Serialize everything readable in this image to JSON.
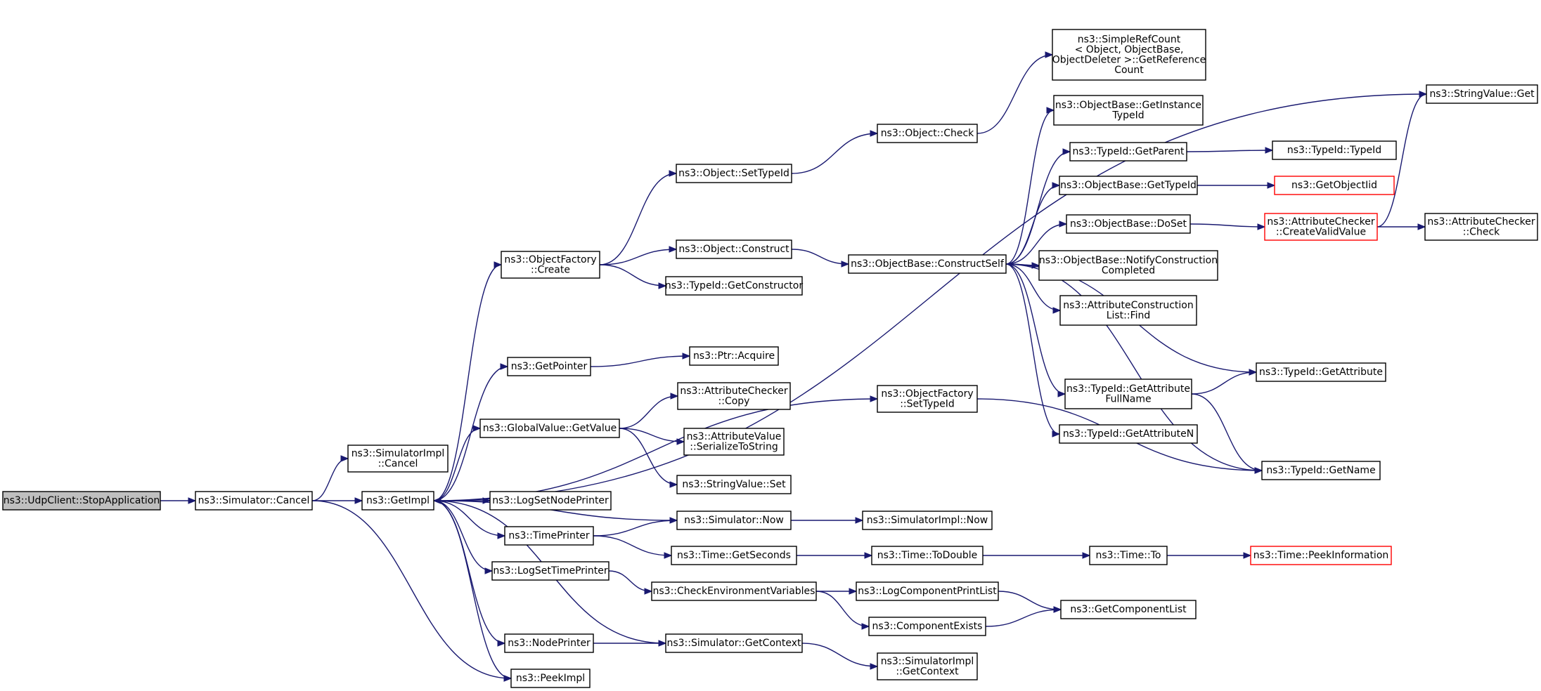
{
  "nodes": [
    {
      "id": "stopapp",
      "lines": [
        "ns3::UdpClient::StopApplication"
      ],
      "style": "root"
    },
    {
      "id": "simcancel",
      "lines": [
        "ns3::Simulator::Cancel"
      ]
    },
    {
      "id": "implcancel",
      "lines": [
        "ns3::SimulatorImpl",
        "::Cancel"
      ]
    },
    {
      "id": "getimpl",
      "lines": [
        "ns3::GetImpl"
      ]
    },
    {
      "id": "peekimpl",
      "lines": [
        "ns3::PeekImpl"
      ]
    },
    {
      "id": "ofcreate",
      "lines": [
        "ns3::ObjectFactory",
        "::Create"
      ]
    },
    {
      "id": "getpointer",
      "lines": [
        "ns3::GetPointer"
      ]
    },
    {
      "id": "gvgetvalue",
      "lines": [
        "ns3::GlobalValue::GetValue"
      ]
    },
    {
      "id": "logsetnode",
      "lines": [
        "ns3::LogSetNodePrinter"
      ]
    },
    {
      "id": "timeprinter",
      "lines": [
        "ns3::TimePrinter"
      ]
    },
    {
      "id": "logsettime",
      "lines": [
        "ns3::LogSetTimePrinter"
      ]
    },
    {
      "id": "nodeprinter",
      "lines": [
        "ns3::NodePrinter"
      ]
    },
    {
      "id": "objsettypeid",
      "lines": [
        "ns3::Object::SetTypeId"
      ]
    },
    {
      "id": "objconstruct",
      "lines": [
        "ns3::Object::Construct"
      ]
    },
    {
      "id": "tidgetctor",
      "lines": [
        "ns3::TypeId::GetConstructor"
      ]
    },
    {
      "id": "ptracquire",
      "lines": [
        "ns3::Ptr::Acquire"
      ]
    },
    {
      "id": "acheckcopy",
      "lines": [
        "ns3::AttributeChecker",
        "::Copy"
      ]
    },
    {
      "id": "avserialize",
      "lines": [
        "ns3::AttributeValue",
        "::SerializeToString"
      ]
    },
    {
      "id": "svset",
      "lines": [
        "ns3::StringValue::Set"
      ]
    },
    {
      "id": "simnow",
      "lines": [
        "ns3::Simulator::Now"
      ]
    },
    {
      "id": "getseconds",
      "lines": [
        "ns3::Time::GetSeconds"
      ]
    },
    {
      "id": "checkenv",
      "lines": [
        "ns3::CheckEnvironmentVariables"
      ]
    },
    {
      "id": "simgetctx",
      "lines": [
        "ns3::Simulator::GetContext"
      ]
    },
    {
      "id": "objcheck",
      "lines": [
        "ns3::Object::Check"
      ]
    },
    {
      "id": "ofsettypeid",
      "lines": [
        "ns3::ObjectFactory",
        "::SetTypeId"
      ]
    },
    {
      "id": "obconstructself",
      "lines": [
        "ns3::ObjectBase::ConstructSelf"
      ]
    },
    {
      "id": "implnow",
      "lines": [
        "ns3::SimulatorImpl::Now"
      ]
    },
    {
      "id": "todouble",
      "lines": [
        "ns3::Time::ToDouble"
      ]
    },
    {
      "id": "logcompprint",
      "lines": [
        "ns3::LogComponentPrintList"
      ]
    },
    {
      "id": "compexists",
      "lines": [
        "ns3::ComponentExists"
      ]
    },
    {
      "id": "implgetctx",
      "lines": [
        "ns3::SimulatorImpl",
        "::GetContext"
      ]
    },
    {
      "id": "srcgetref",
      "lines": [
        "ns3::SimpleRefCount",
        "< Object, ObjectBase,",
        "ObjectDeleter >::GetReference",
        "Count"
      ]
    },
    {
      "id": "obgetinst",
      "lines": [
        "ns3::ObjectBase::GetInstance",
        "TypeId"
      ]
    },
    {
      "id": "tidgetparent",
      "lines": [
        "ns3::TypeId::GetParent"
      ]
    },
    {
      "id": "obgettypeid",
      "lines": [
        "ns3::ObjectBase::GetTypeId"
      ]
    },
    {
      "id": "obdoset",
      "lines": [
        "ns3::ObjectBase::DoSet"
      ]
    },
    {
      "id": "obnotify",
      "lines": [
        "ns3::ObjectBase::NotifyConstruction",
        "Completed"
      ]
    },
    {
      "id": "aclfind",
      "lines": [
        "ns3::AttributeConstruction",
        "List::Find"
      ]
    },
    {
      "id": "tidgetattrfull",
      "lines": [
        "ns3::TypeId::GetAttribute",
        "FullName"
      ]
    },
    {
      "id": "tidgetattrn",
      "lines": [
        "ns3::TypeId::GetAttributeN"
      ]
    },
    {
      "id": "timeto",
      "lines": [
        "ns3::Time::To"
      ]
    },
    {
      "id": "getcomplist",
      "lines": [
        "ns3::GetComponentList"
      ]
    },
    {
      "id": "tidtypeid",
      "lines": [
        "ns3::TypeId::TypeId"
      ]
    },
    {
      "id": "getobjectiid",
      "lines": [
        "ns3::GetObjectIid"
      ],
      "style": "red"
    },
    {
      "id": "accreate",
      "lines": [
        "ns3::AttributeChecker",
        "::CreateValidValue"
      ],
      "style": "red"
    },
    {
      "id": "tidgetattr",
      "lines": [
        "ns3::TypeId::GetAttribute"
      ]
    },
    {
      "id": "tidgetname",
      "lines": [
        "ns3::TypeId::GetName"
      ]
    },
    {
      "id": "timepeek",
      "lines": [
        "ns3::Time::PeekInformation"
      ],
      "style": "red"
    },
    {
      "id": "svget",
      "lines": [
        "ns3::StringValue::Get"
      ]
    },
    {
      "id": "accheck",
      "lines": [
        "ns3::AttributeChecker",
        "::Check"
      ]
    }
  ],
  "edges": [
    [
      "stopapp",
      "simcancel"
    ],
    [
      "simcancel",
      "implcancel"
    ],
    [
      "simcancel",
      "getimpl"
    ],
    [
      "simcancel",
      "peekimpl"
    ],
    [
      "getimpl",
      "ofcreate"
    ],
    [
      "getimpl",
      "getpointer"
    ],
    [
      "getimpl",
      "gvgetvalue"
    ],
    [
      "getimpl",
      "logsetnode"
    ],
    [
      "getimpl",
      "timeprinter"
    ],
    [
      "getimpl",
      "logsettime"
    ],
    [
      "getimpl",
      "nodeprinter"
    ],
    [
      "getimpl",
      "peekimpl"
    ],
    [
      "getimpl",
      "ofsettypeid"
    ],
    [
      "getimpl",
      "svget"
    ],
    [
      "ofcreate",
      "objsettypeid"
    ],
    [
      "ofcreate",
      "objconstruct"
    ],
    [
      "ofcreate",
      "tidgetctor"
    ],
    [
      "getpointer",
      "ptracquire"
    ],
    [
      "gvgetvalue",
      "acheckcopy"
    ],
    [
      "gvgetvalue",
      "avserialize"
    ],
    [
      "gvgetvalue",
      "svset"
    ],
    [
      "timeprinter",
      "simnow"
    ],
    [
      "timeprinter",
      "getseconds"
    ],
    [
      "logsettime",
      "checkenv"
    ],
    [
      "nodeprinter",
      "simgetctx"
    ],
    [
      "simnow",
      "getimpl"
    ],
    [
      "simnow",
      "implnow"
    ],
    [
      "simgetctx",
      "getimpl"
    ],
    [
      "simgetctx",
      "implgetctx"
    ],
    [
      "getseconds",
      "todouble"
    ],
    [
      "todouble",
      "timeto"
    ],
    [
      "timeto",
      "timepeek"
    ],
    [
      "checkenv",
      "logcompprint"
    ],
    [
      "checkenv",
      "compexists"
    ],
    [
      "logcompprint",
      "getcomplist"
    ],
    [
      "compexists",
      "getcomplist"
    ],
    [
      "objsettypeid",
      "objcheck"
    ],
    [
      "objcheck",
      "srcgetref"
    ],
    [
      "objconstruct",
      "obconstructself"
    ],
    [
      "obconstructself",
      "obgetinst"
    ],
    [
      "obconstructself",
      "tidgetparent"
    ],
    [
      "obconstructself",
      "obgettypeid"
    ],
    [
      "obconstructself",
      "obdoset"
    ],
    [
      "obconstructself",
      "obnotify"
    ],
    [
      "obconstructself",
      "aclfind"
    ],
    [
      "obconstructself",
      "tidgetattr"
    ],
    [
      "obconstructself",
      "tidgetattrfull"
    ],
    [
      "obconstructself",
      "tidgetattrn"
    ],
    [
      "obconstructself",
      "tidgetname"
    ],
    [
      "tidgetparent",
      "tidtypeid"
    ],
    [
      "obgettypeid",
      "getobjectiid"
    ],
    [
      "obdoset",
      "accreate"
    ],
    [
      "accreate",
      "accheck"
    ],
    [
      "accreate",
      "svget"
    ],
    [
      "tidgetattrfull",
      "tidgetattr"
    ],
    [
      "tidgetattrfull",
      "tidgetname"
    ],
    [
      "ofsettypeid",
      "tidgetname"
    ]
  ]
}
